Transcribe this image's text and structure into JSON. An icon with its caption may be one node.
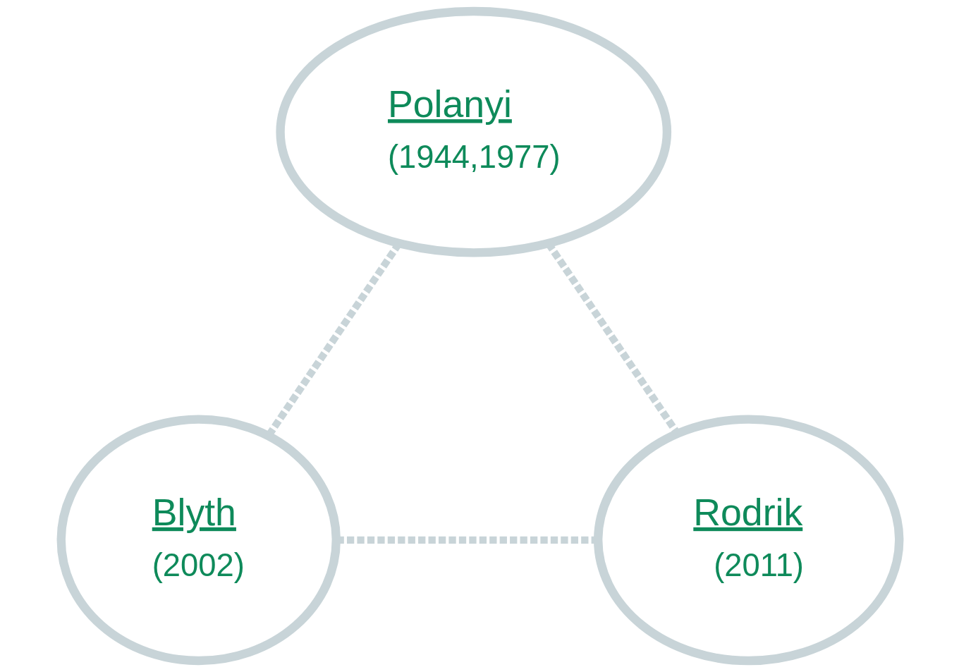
{
  "diagram": {
    "nodes": [
      {
        "text": [
          "Polanyi",
          "(1944,1977)"
        ]
      },
      {
        "text": [
          "Blyth",
          "(2002)"
        ]
      },
      {
        "text": [
          "Rodrik",
          "(2011)"
        ]
      }
    ],
    "edges": [
      {
        "from": 0,
        "to": 1,
        "arrow": "none",
        "style": "dashed"
      },
      {
        "from": 0,
        "to": 2,
        "arrow": "none",
        "style": "dashed"
      },
      {
        "from": 1,
        "to": 2,
        "arrow": "none",
        "style": "dashed"
      }
    ]
  }
}
